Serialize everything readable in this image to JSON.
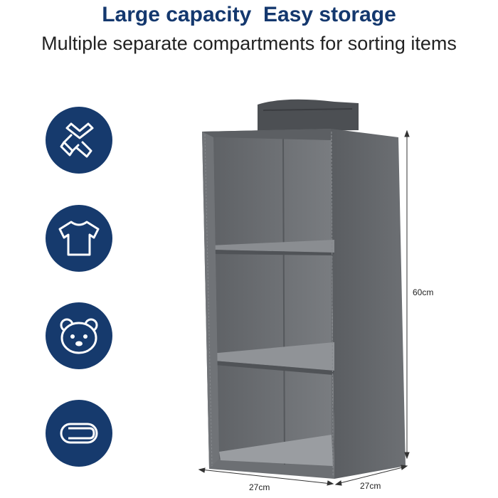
{
  "header": {
    "title": "Large capacity  Easy storage",
    "subtitle": "Multiple separate compartments for sorting items"
  },
  "icons": [
    {
      "name": "scarf-icon"
    },
    {
      "name": "tshirt-icon"
    },
    {
      "name": "bear-icon"
    },
    {
      "name": "folded-towel-icon"
    }
  ],
  "dimensions": {
    "height": "60cm",
    "width": "27cm",
    "depth": "27cm"
  },
  "colors": {
    "brand_navy": "#163a6d",
    "fabric_gray": "#6e7175"
  }
}
